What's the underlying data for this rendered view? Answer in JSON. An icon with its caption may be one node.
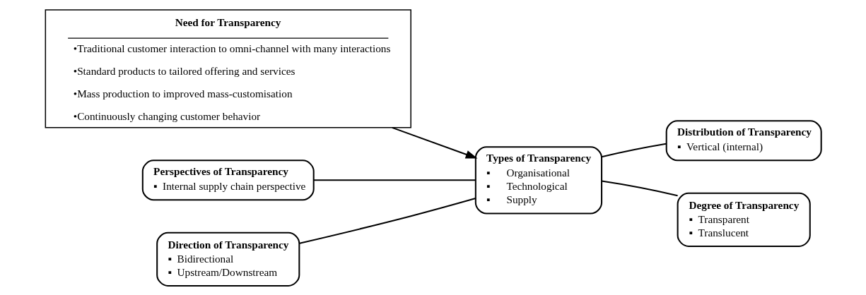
{
  "diagram": {
    "nodes": [
      {
        "text": [
          "Need for Transparency",
          "•Traditional customer interaction to omni-channel with many interactions",
          "•Standard products to tailored offering and services",
          "•Mass production to improved mass-customisation",
          "•Continuously changing customer behavior"
        ]
      },
      {
        "text": [
          "Perspectives of Transparency",
          "▪  Internal supply chain perspective"
        ]
      },
      {
        "text": [
          "Distribution of Transparency",
          "▪  Vertical (internal)"
        ]
      },
      {
        "text": [
          "Types of Transparency",
          "▪      Organisational",
          "▪      Technological",
          "▪      Supply"
        ]
      },
      {
        "text": [
          "Direction of Transparency",
          "▪  Bidirectional",
          "▪  Upstream/Downstream"
        ]
      },
      {
        "text": [
          "Degree of Transparency",
          "▪  Transparent",
          "▪  Translucent"
        ]
      }
    ],
    "edges": [
      {
        "from": 0,
        "to": 3,
        "arrow": "to"
      },
      {
        "from": 1,
        "to": 3,
        "arrow": "none"
      },
      {
        "from": 2,
        "to": 3,
        "arrow": "none"
      },
      {
        "from": 4,
        "to": 3,
        "arrow": "none"
      },
      {
        "from": 5,
        "to": 3,
        "arrow": "none"
      }
    ]
  }
}
